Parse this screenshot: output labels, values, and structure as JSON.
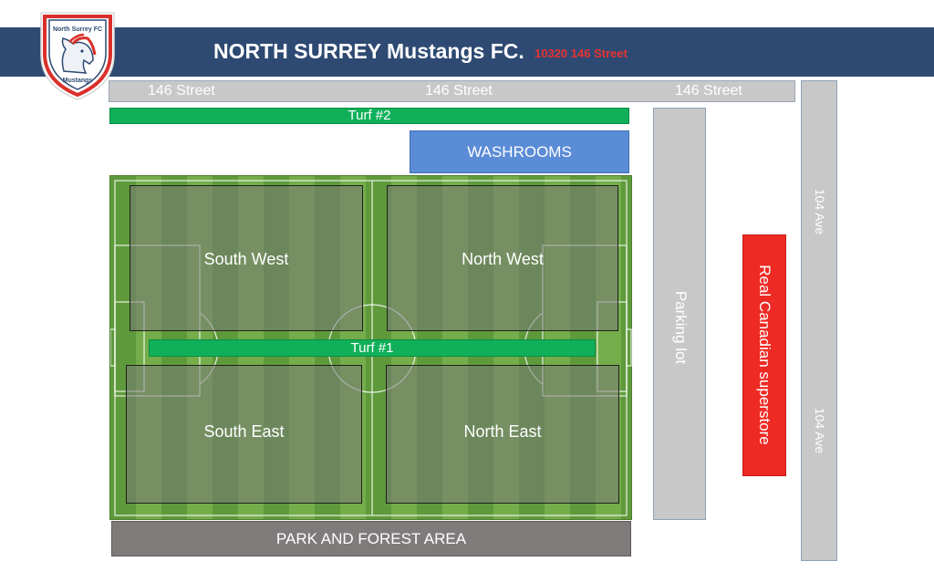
{
  "header": {
    "title": "NORTH SURREY Mustangs FC.",
    "address": "10320 146 Street"
  },
  "logo": {
    "top_text": "North Surrey FC",
    "bottom_text": "Mustangs",
    "icon": "mustang-horse-head-crest"
  },
  "street": {
    "labels": [
      "146 Street",
      "146 Street",
      "146 Street"
    ]
  },
  "turf2_label": "Turf #2",
  "washrooms_label": "WASHROOMS",
  "field": {
    "zones": {
      "south_west": "South West",
      "north_west": "North West",
      "south_east": "South East",
      "north_east": "North East"
    },
    "turf1_label": "Turf #1"
  },
  "parking_label": "Parking lot",
  "superstore_label": "Real Canadian superstore",
  "avenue_labels": [
    "104 Ave",
    "104 Ave"
  ],
  "park_label": "PARK AND FOREST AREA",
  "colors": {
    "header_blue": "#2e4a73",
    "address_red": "#e8322f",
    "turf_green": "#10b05a",
    "washroom_blue": "#5b8cd6",
    "superstore_red": "#ee2a24",
    "road_grey": "#c8c8c8",
    "park_grey": "#7f7b7b",
    "grass_green": "#74ad4a"
  }
}
